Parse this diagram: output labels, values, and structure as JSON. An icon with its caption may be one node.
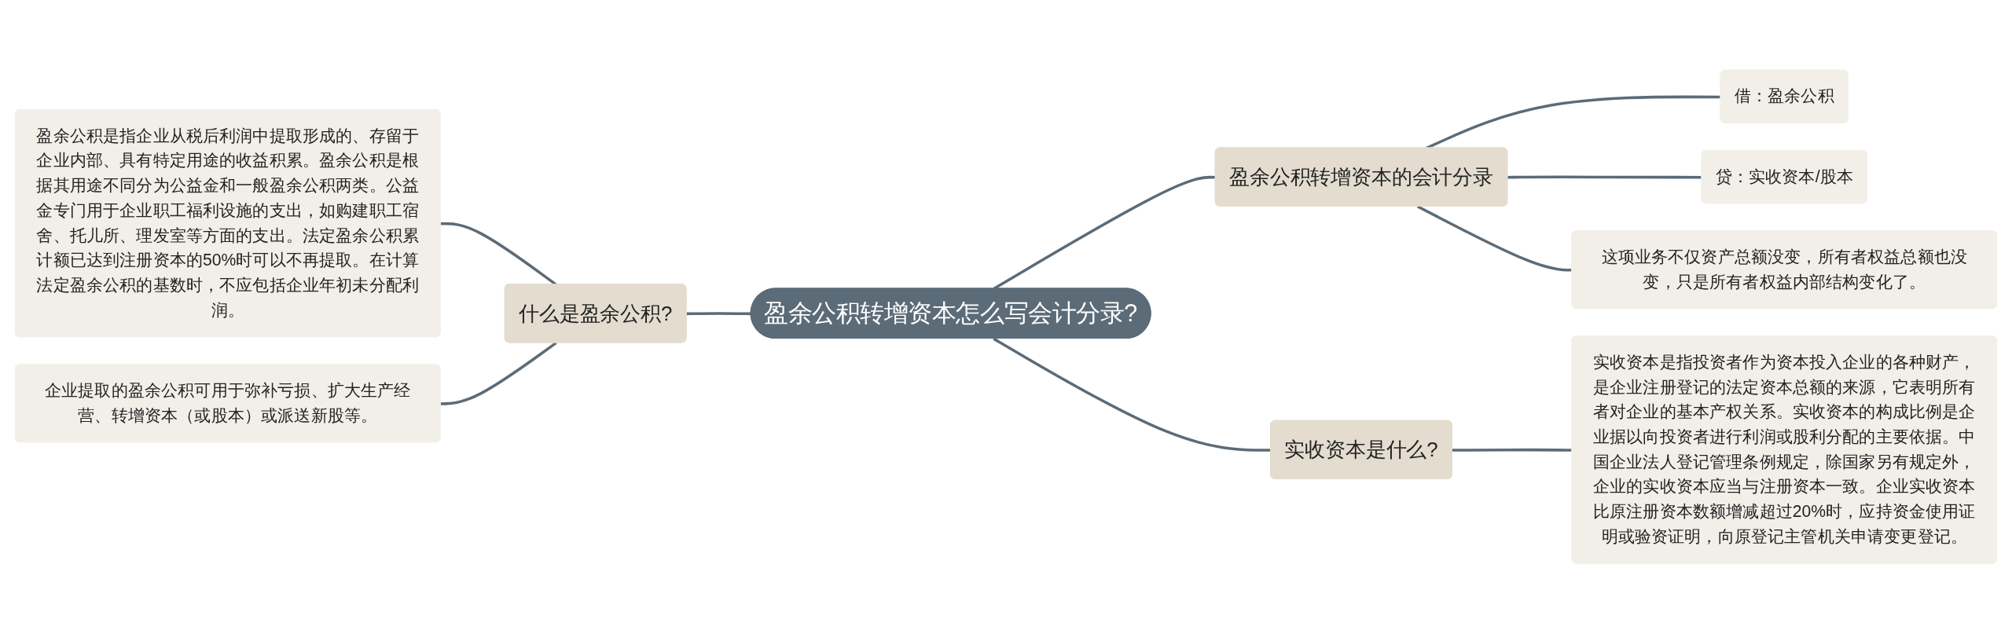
{
  "diagram": {
    "nodes": [
      {
        "text": [
          "盈余公积转增资本怎么写会计分录?"
        ]
      },
      {
        "text": [
          "什么是盈余公积?"
        ]
      },
      {
        "text": [
          "盈余公积是指企业从税后利润中提取形成的、存留于企业内部、具有特定用途的收益积累。盈余公积是根据其用途不同分为公益金和一般盈余公积两类。公益金专门用于企业职工福利设施的支出，如购建职工宿舍、托儿所、理发室等方面的支出。法定盈余公积累计额已达到注册资本的50%时可以不再提取。在计算法定盈余公积的基数时，不应包括企业年初未分配利润。"
        ]
      },
      {
        "text": [
          "企业提取的盈余公积可用于弥补亏损、扩大生产经营、转增资本（或股本）或派送新股等。"
        ]
      },
      {
        "text": [
          "盈余公积转增资本的会计分录"
        ]
      },
      {
        "text": [
          "借：盈余公积"
        ]
      },
      {
        "text": [
          "贷：实收资本/股本"
        ]
      },
      {
        "text": [
          "这项业务不仅资产总额没变，所有者权益总额也没变，只是所有者权益内部结构变化了。"
        ]
      },
      {
        "text": [
          "实收资本是什么?"
        ]
      },
      {
        "text": [
          "实收资本是指投资者作为资本投入企业的各种财产，是企业注册登记的法定资本总额的来源，它表明所有者对企业的基本产权关系。实收资本的构成比例是企业据以向投资者进行利润或股利分配的主要依据。中国企业法人登记管理条例规定，除国家另有规定外，企业的实收资本应当与注册资本一致。企业实收资本比原注册资本数额增减超过20%时，应持资金使用证明或验资证明，向原登记主管机关申请变更登记。"
        ]
      }
    ],
    "edges": [
      {
        "from": 2,
        "to": 1,
        "arrow": "none"
      },
      {
        "from": 3,
        "to": 1,
        "arrow": "none"
      },
      {
        "from": 1,
        "to": 0,
        "arrow": "none"
      },
      {
        "from": 0,
        "to": 4,
        "arrow": "none"
      },
      {
        "from": 4,
        "to": 5,
        "arrow": "none"
      },
      {
        "from": 4,
        "to": 6,
        "arrow": "none"
      },
      {
        "from": 4,
        "to": 7,
        "arrow": "none"
      },
      {
        "from": 0,
        "to": 8,
        "arrow": "none"
      },
      {
        "from": 8,
        "to": 9,
        "arrow": "none"
      }
    ]
  }
}
